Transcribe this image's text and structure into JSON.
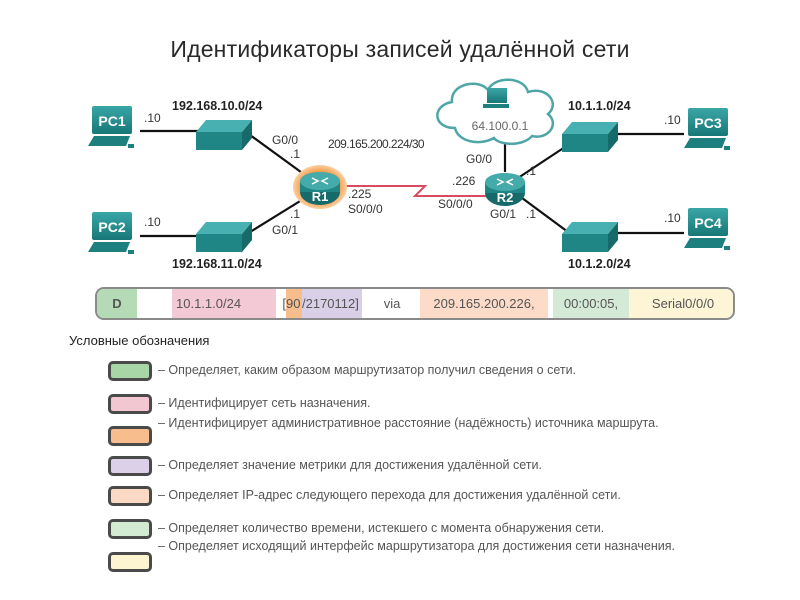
{
  "title": "Идентификаторы записей удалённой сети",
  "topology": {
    "devices": {
      "pc1": {
        "label": "PC1",
        "ip_suffix": ".10"
      },
      "pc2": {
        "label": "PC2",
        "ip_suffix": ".10"
      },
      "pc3": {
        "label": "PC3",
        "ip_suffix": ".10"
      },
      "pc4": {
        "label": "PC4",
        "ip_suffix": ".10"
      },
      "r1": {
        "label": "R1"
      },
      "r2": {
        "label": "R2"
      },
      "internet_host": {
        "ip": "64.100.0.1"
      }
    },
    "networks": {
      "lan1": "192.168.10.0/24",
      "lan2": "192.168.11.0/24",
      "lan3": "10.1.1.0/24",
      "lan4": "10.1.2.0/24",
      "wan": "209.165.200.224/30"
    },
    "interfaces": {
      "r1_g00": "G0/0",
      "r1_g00_ip": ".1",
      "r1_g01": "G0/1",
      "r1_g01_ip": ".1",
      "r1_s000": "S0/0/0",
      "r1_s000_ip": ".225",
      "r2_s000": "S0/0/0",
      "r2_s000_ip": ".226",
      "r2_g00": "G0/0",
      "r2_g01": "G0/1",
      "r2_to_lan3_ip": ".1",
      "r2_to_lan4_ip": ".1"
    }
  },
  "route_entry": {
    "segments": [
      {
        "key": "source",
        "text": "D",
        "color": "#b5dbb6"
      },
      {
        "key": "network",
        "text": "10.1.1.0/24",
        "color": "#f2c9d4"
      },
      {
        "key": "ad_open",
        "text": "[",
        "color": "#ffffff"
      },
      {
        "key": "ad",
        "text": "90",
        "color": "#f8bd8c"
      },
      {
        "key": "metric",
        "text": "/2170112]",
        "color": "#d9cfe6"
      },
      {
        "key": "via",
        "text": "via",
        "color": "#ffffff"
      },
      {
        "key": "next_hop",
        "text": "209.165.200.226,",
        "color": "#fcdcc8"
      },
      {
        "key": "time",
        "text": "00:00:05,",
        "color": "#d5ead6"
      },
      {
        "key": "interface",
        "text": "Serial0/0/0",
        "color": "#fdf5d6"
      }
    ]
  },
  "legend": {
    "title": "Условные обозначения",
    "items": [
      {
        "color": "#a9d6a7",
        "text": "– Определяет, каким образом маршрутизатор получил сведения о сети."
      },
      {
        "color": "#f2c7d2",
        "text": "– Идентифицирует сеть назначения."
      },
      {
        "color": "#f8bd8c",
        "text": "– Идентифицирует административное расстояние (надёжность) источника маршрута."
      },
      {
        "color": "#dcd0e8",
        "text": "– Определяет значение метрики для достижения удалённой сети."
      },
      {
        "color": "#fbd9c4",
        "text": "– Определяет IP-адрес следующего перехода для достижения удалённой сети."
      },
      {
        "color": "#d3ead3",
        "text": "– Определяет количество времени, истекшего с момента обнаружения сети."
      },
      {
        "color": "#fdf5d2",
        "text": "– Определяет исходящий интерфейс маршрутизатора для достижения сети назначения."
      }
    ]
  }
}
